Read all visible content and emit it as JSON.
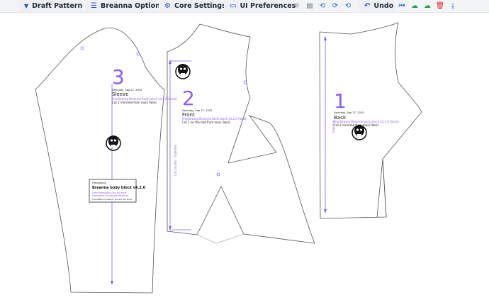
{
  "toolbar": {
    "draft_pattern": "Draft Pattern",
    "breanna_options": "Breanna Options",
    "core_settings": "Core Settings",
    "ui_preferences": "UI Preferences",
    "undo": "Undo"
  },
  "pieces": {
    "back": {
      "number": "1",
      "date": "Saturday, Sep 27, 2025",
      "title": "Back",
      "credit": "FreeSewing Breanna body block v4.2.0 (local)",
      "instruction": "Cut 2 mirrored from main fabric",
      "grainline": "Grainline"
    },
    "front": {
      "number": "2",
      "date": "Saturday, Sep 27, 2025",
      "title": "Front",
      "credit": "FreeSewing Breanna body block v4.2.0 (local)",
      "instruction": "Cut 1 on the fold from main fabric",
      "fold_label": "Cut on fold · Grainline"
    },
    "sleeve": {
      "number": "3",
      "date": "Saturday, Sep 27, 2025",
      "title": "Sleeve",
      "credit": "FreeSewing Breanna body block v4.2.0 (local)",
      "instruction": "Cut 2 mirrored from main fabric"
    }
  },
  "title_block": {
    "brand": "FreeSewing",
    "name": "Breanna body block v4.2.0",
    "line1": "Learn freesewing.org for more",
    "line2": "freesewing.org/designs/breanna",
    "fine": "This pattern is made for you and you alone"
  },
  "colors": {
    "accent": "#8b5cf6",
    "outline": "#555555",
    "toolbar_bg": "#f3f4f6"
  }
}
